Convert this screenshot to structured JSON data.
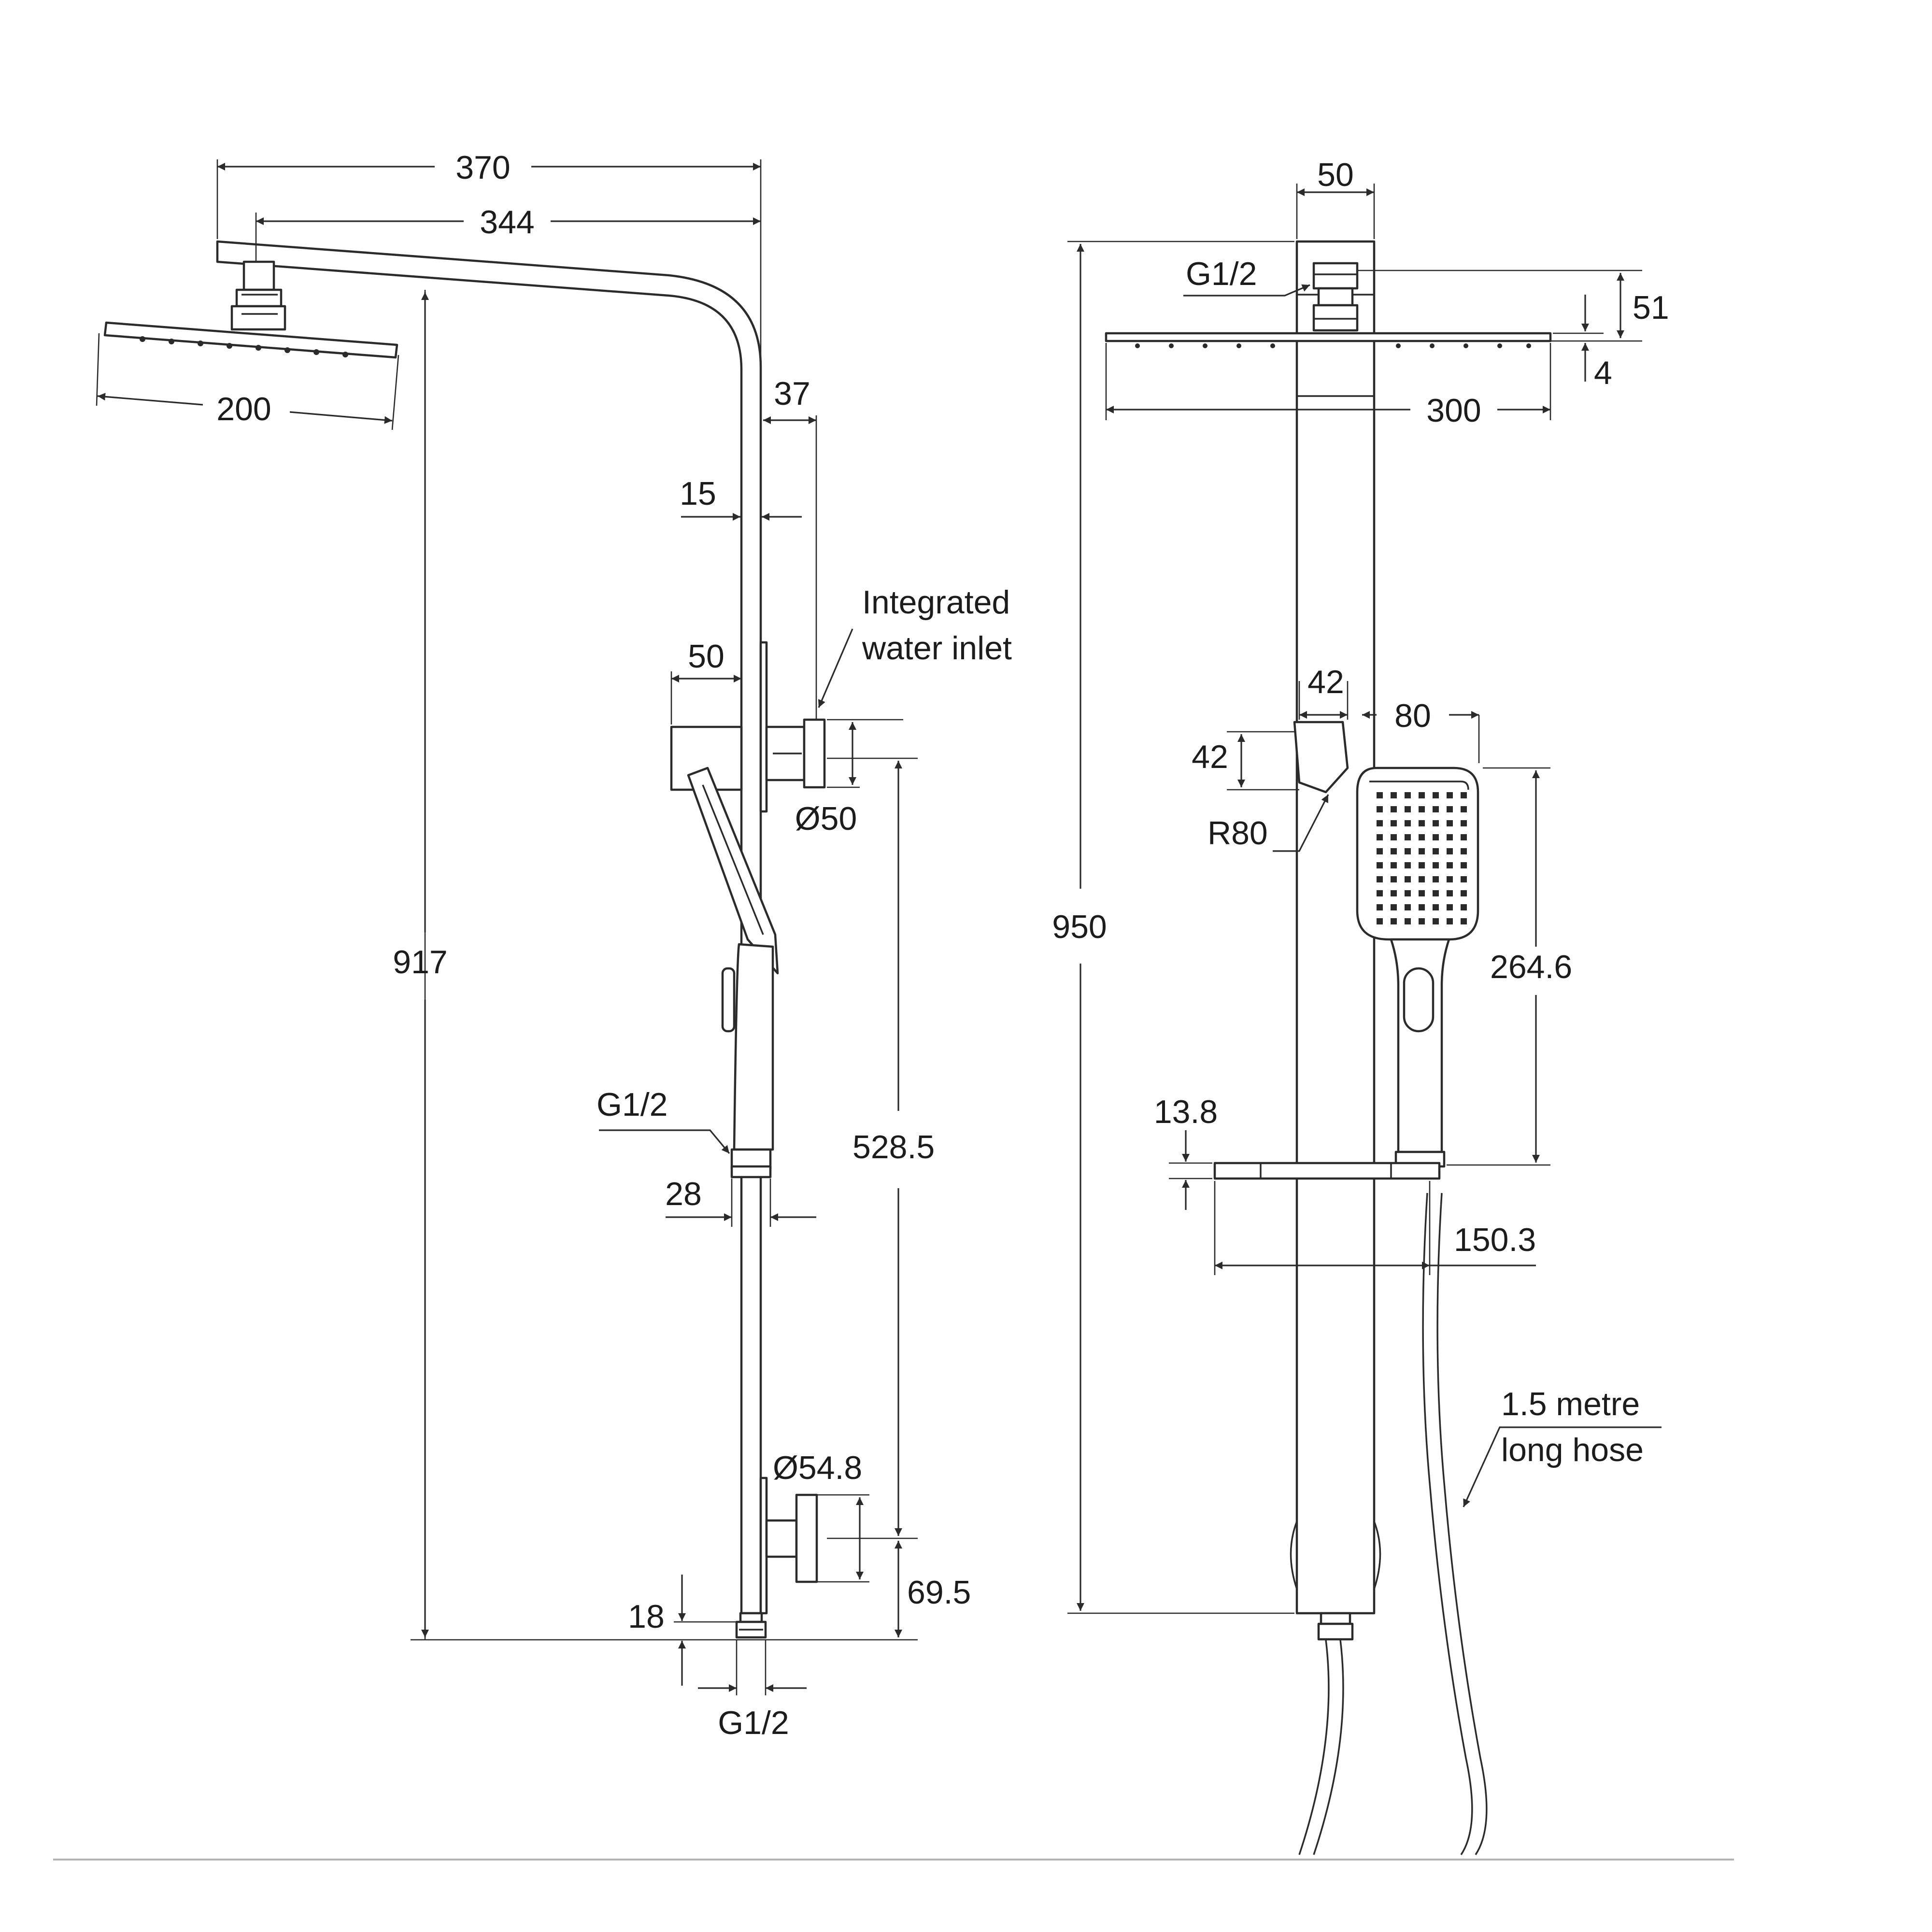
{
  "left_view": {
    "dims": {
      "arm_overall": "370",
      "arm_to_outlet": "344",
      "head_width": "200",
      "offset": "37",
      "rail_diameter": "15",
      "bracket_width": "50",
      "inlet_diameter": "Ø50",
      "outlet_thread": "G1/2",
      "outlet_width": "28",
      "inlet_centre": "528.5",
      "total_height": "917",
      "base_diameter": "Ø54.8",
      "base_height": "69.5",
      "bottom_nut": "18",
      "bottom_thread": "G1/2"
    },
    "notes": {
      "inlet_line1": "Integrated",
      "inlet_line2": "water inlet"
    }
  },
  "right_view": {
    "dims": {
      "column_width": "50",
      "head_thread": "G1/2",
      "head_height": "51",
      "head_thickness": "4",
      "head_width": "300",
      "overall_height": "950",
      "holder_width": "42",
      "holder_height": "42",
      "holder_radius": "R80",
      "handset_width": "80",
      "handset_length": "264.6",
      "shelf_height": "13.8",
      "shelf_length": "150.3"
    },
    "notes": {
      "hose_line1": "1.5 metre",
      "hose_line2": "long hose"
    }
  }
}
